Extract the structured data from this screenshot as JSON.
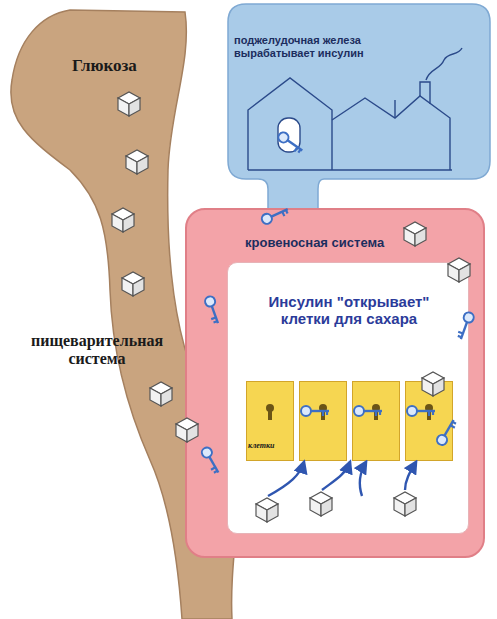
{
  "diagram": {
    "nodes": [
      {
        "text": [
          "Глюкоза",
          "пищеварительная система"
        ]
      },
      {
        "text": [
          "поджелудочная железа вырабатывает инсулин"
        ]
      },
      {
        "text": [
          "кровеносная система"
        ]
      },
      {
        "text": [
          "Инсулин \"открывает\" клетки для сахара"
        ],
        "in": 2
      },
      {
        "text": [
          "клетки"
        ],
        "in": 3
      }
    ]
  }
}
